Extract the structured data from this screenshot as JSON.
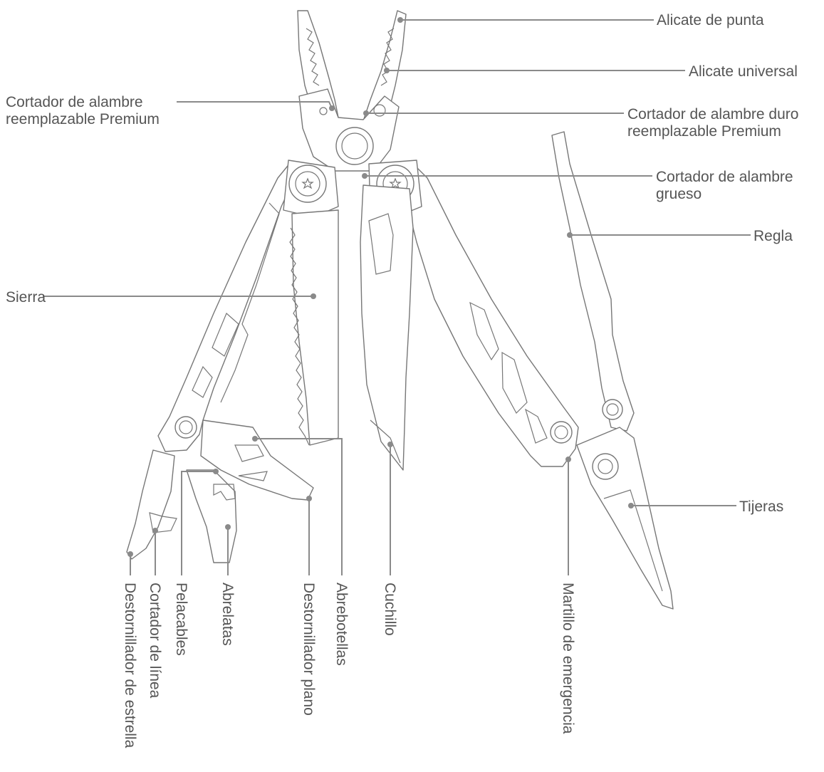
{
  "labels": {
    "punta": "Alicate de punta",
    "universal": "Alicate universal",
    "cortador_premium_1": "Cortador de alambre",
    "cortador_premium_2": "reemplazable Premium",
    "cortador_duro_1": "Cortador de alambre duro",
    "cortador_duro_2": "reemplazable Premium",
    "grueso_1": "Cortador de alambre",
    "grueso_2": "grueso",
    "regla": "Regla",
    "sierra": "Sierra",
    "tijeras": "Tijeras",
    "estrella": "Destornillador de estrella",
    "linea": "Cortador de línea",
    "pelacables": "Pelacables",
    "abrelatas": "Abrelatas",
    "plano": "Destornillador plano",
    "abrebotellas": "Abrebotellas",
    "cuchillo": "Cuchillo",
    "martillo": "Martillo de emergencia"
  },
  "colors": {
    "line": "#8a8a8a",
    "text": "#555555",
    "outline": "#777777"
  }
}
